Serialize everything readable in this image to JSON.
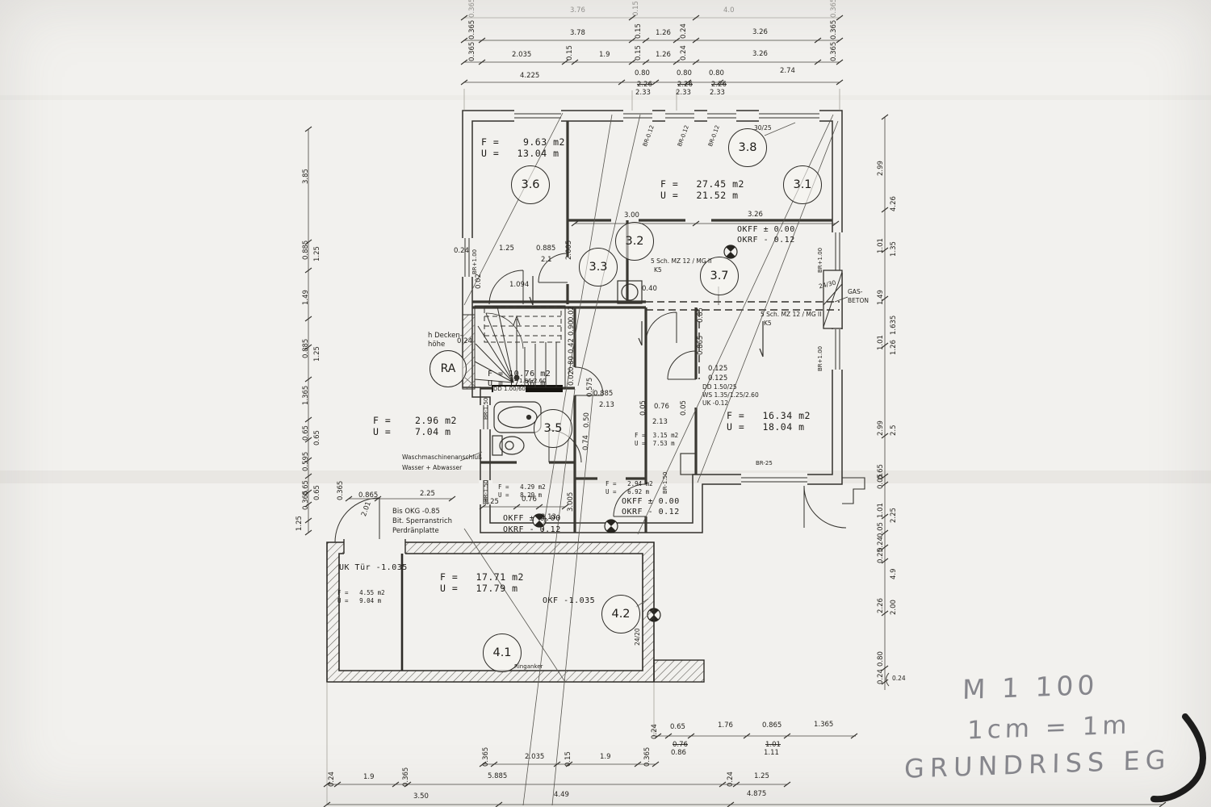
{
  "hand": {
    "scale": "M 1 100",
    "equiv": "1cm = 1m",
    "title": "GRUNDRISS EG"
  },
  "circles": {
    "c36": "3.6",
    "c38": "3.8",
    "c31": "3.1",
    "c32": "3.2",
    "c33": "3.3",
    "c37": "3.7",
    "c35": "3.5",
    "c41": "4.1",
    "c42": "4.2",
    "ra": "RA"
  },
  "areas": {
    "r36": {
      "f": "F =    9.63 m2",
      "u": "U =   13.04 m"
    },
    "r31": {
      "f": "F =   27.45 m2",
      "u": "U =   21.52 m"
    },
    "r16": {
      "f": "F =   16.34 m2",
      "u": "U =   18.04 m"
    },
    "bath": {
      "f": "F =    2.96 m2",
      "u": "U =    7.04 m"
    },
    "stair": {
      "f": "F = 10.76 m2",
      "u": "U = 17.36 m"
    },
    "r429": {
      "f": "F =   4.29 m2",
      "u": "U =   8.29 m"
    },
    "r294": {
      "f": "F =   2.94 m2",
      "u": "U =   6.92 m"
    },
    "r315": {
      "f": "F =  3.15 m2",
      "u": "U =  7.53 m"
    },
    "r455": {
      "f": "F =   4.55 m2",
      "u": "U =   9.04 m"
    },
    "r1771": {
      "f": "F =   17.71 m2",
      "u": "U =   17.79 m"
    }
  },
  "levels": {
    "okff": "OKFF ± 0.00",
    "okrf": "OKRF - 0.12",
    "okf": "OKF -1.035",
    "uktuer": "UK Tür -1.035"
  },
  "ann": {
    "deck1": "h Decken-",
    "deck2": "höhe",
    "wasch1": "Waschmaschinenanschluß",
    "wasch2": "Wasser + Abwasser",
    "gas1": "GAS-",
    "gas2": "BETON",
    "schicht": "5 Sch. MZ 12 / MG II",
    "k5": "K5",
    "dd1": "DD 1.00/60",
    "dd2": "DD 1.50/25",
    "ws": "WS 1.35/1.25/2.60",
    "uk012": "UK -0.12",
    "bis1": "Bis OKG -0.85",
    "bis2": "Bit. Sperranstrich",
    "bis3": "Perdränplatte",
    "ring": "Ringanker",
    "n3025": "30/25",
    "n2430": "24/30",
    "n2420": "24/20",
    "br012": "BR-0.12",
    "br100": "BR+1.00",
    "br150": "BR-1.50",
    "br25": "BR-25",
    "d186": "1.86/2.60"
  },
  "dims": {
    "top0": [
      "0.365",
      "3.76",
      "0.15",
      "4.0",
      "0.365"
    ],
    "top1": [
      "0.365",
      "3.78",
      "0.15",
      "1.26",
      "0.24",
      "3.26",
      "0.365"
    ],
    "top2": [
      "0.365",
      "2.035",
      "0.15",
      "1.9",
      "0.15",
      "1.26",
      "0.24",
      "3.26",
      "0.365"
    ],
    "top3": [
      "4.225",
      "0.80",
      "0.80",
      "0.80",
      "2.74"
    ],
    "lintel": {
      "a": "2.26",
      "b": "2.33"
    },
    "left_in": [
      "3.85",
      "0.885",
      "1.49",
      "0.885",
      "1.365",
      "0.65",
      "0.595",
      "0.65",
      "0.365",
      "1.25"
    ],
    "left_out": [
      "1.25",
      "1.25",
      "0.65",
      "0.65"
    ],
    "right_in": [
      "2.99",
      "1.01",
      "1.49",
      "1.01",
      "2.99",
      "0.65",
      "0.05",
      "1.01",
      "0.05",
      "0.24",
      "0.25",
      "2.26",
      "0.80",
      "0.24"
    ],
    "right_out": [
      "4.26",
      "1.35",
      "1.635",
      "1.26",
      "2.5",
      "2.25",
      "4.9",
      "2.00"
    ],
    "bottom1": [
      "0.24",
      "0.65",
      "1.76",
      "0.865",
      "1.365"
    ],
    "bottom1b": [
      {
        "a": "0.76",
        "b": "0.86"
      },
      {
        "a": "1.01",
        "b": "1.11"
      }
    ],
    "bottom2": [
      "0.365",
      "2.035",
      "0.15",
      "1.9",
      "0.365"
    ],
    "bottom3": [
      "0.24",
      "1.9",
      "0.365",
      "5.885",
      "0.24",
      "1.25"
    ],
    "bottom4": [
      "3.50",
      "4.49",
      "4.875"
    ],
    "brace024": "0.24",
    "inner": [
      "3.00",
      "3.26",
      "2.1",
      "1.094",
      "1.25",
      "0.885",
      "2.005",
      "0.24",
      "0.02",
      "0.40",
      "0.90",
      "0.42",
      "0.80",
      "0.02",
      "0.02",
      "0.575",
      "0.885",
      "2.13",
      "0.50",
      "0.74",
      "0.76",
      "2.13",
      "1.25",
      "0.76",
      "2.13",
      "3.005",
      "0.865",
      "2.25",
      "2.01",
      "0.365",
      "0.125",
      "0.125",
      "0.85",
      "0.865",
      "0.05",
      "0.05",
      "0.24"
    ]
  }
}
